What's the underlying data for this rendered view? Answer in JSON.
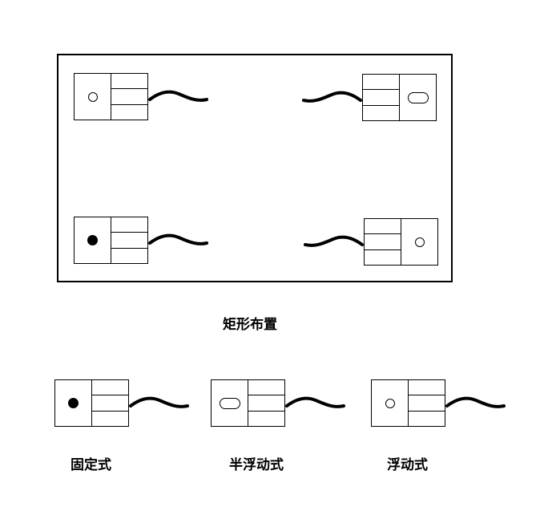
{
  "diagram": {
    "background_color": "#ffffff",
    "line_color": "#000000",
    "arrangement": {
      "label": "矩形布置",
      "sensors": [
        {
          "position": "top-left",
          "symbol": "hollow-circle",
          "cable_side": "right"
        },
        {
          "position": "top-right",
          "symbol": "slot",
          "cable_side": "left"
        },
        {
          "position": "bottom-left",
          "symbol": "filled-circle",
          "cable_side": "right"
        },
        {
          "position": "bottom-right",
          "symbol": "hollow-circle",
          "cable_side": "left"
        }
      ]
    },
    "legend": [
      {
        "label": "固定式",
        "symbol": "filled-circle"
      },
      {
        "label": "半浮动式",
        "symbol": "slot"
      },
      {
        "label": "浮动式",
        "symbol": "hollow-circle"
      }
    ]
  }
}
